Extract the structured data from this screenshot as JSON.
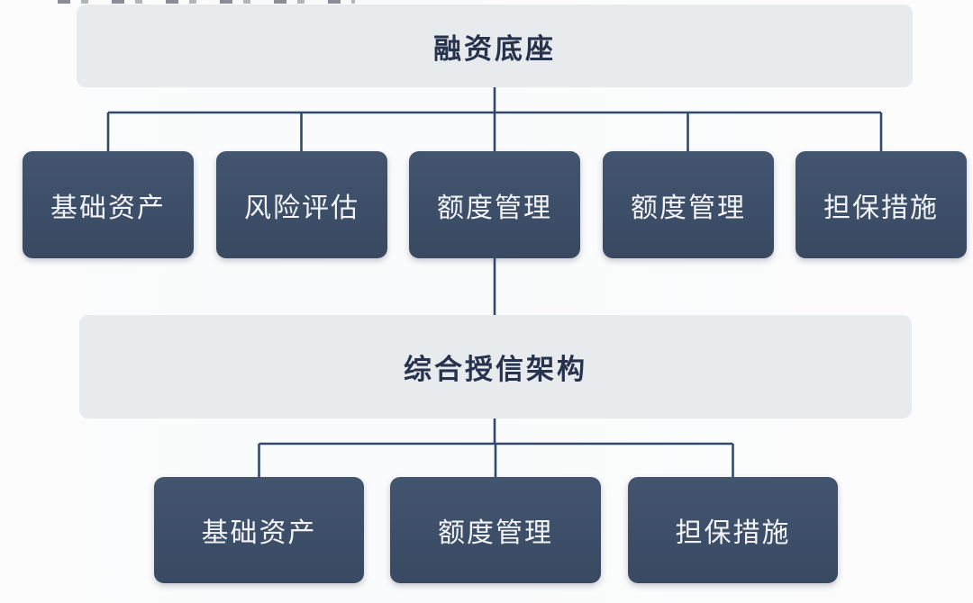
{
  "diagram": {
    "top_band": {
      "label": "融资底座"
    },
    "middle_band": {
      "label": "综合授信架构"
    },
    "row1_nodes": [
      {
        "label": "基础资产"
      },
      {
        "label": "风险评估"
      },
      {
        "label": "额度管理"
      },
      {
        "label": "额度管理"
      },
      {
        "label": "担保措施"
      }
    ],
    "row2_nodes": [
      {
        "label": "基础资产"
      },
      {
        "label": "额度管理"
      },
      {
        "label": "担保措施"
      }
    ],
    "colors": {
      "node_fill": "#3d4e68",
      "node_text": "#f2f4f7",
      "band_fill": "#e8ebee",
      "band_text": "#27324d",
      "connector": "#33496b",
      "background": "#fcfcfd"
    }
  }
}
